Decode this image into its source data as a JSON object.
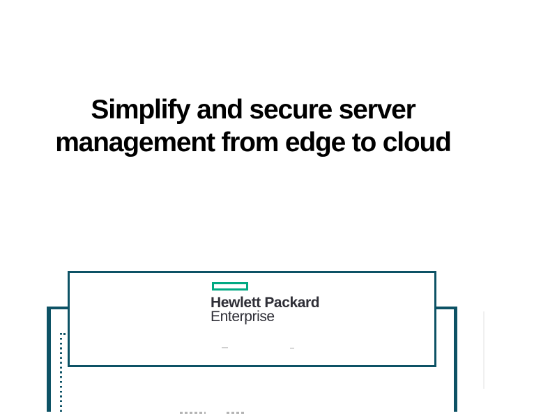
{
  "page": {
    "title_line1": "Simplify and secure server",
    "title_line2": "management from edge to cloud"
  },
  "logo": {
    "line1": "Hewlett Packard",
    "line2": "Enterprise"
  },
  "colors": {
    "teal_border": "#0D5265",
    "hpe_green": "#01A982",
    "headline_text": "#000000",
    "logo_text": "#2E2E36"
  },
  "icons": [
    {
      "name": "hpe-element-icon",
      "shape": "green-rectangle-outline"
    }
  ]
}
